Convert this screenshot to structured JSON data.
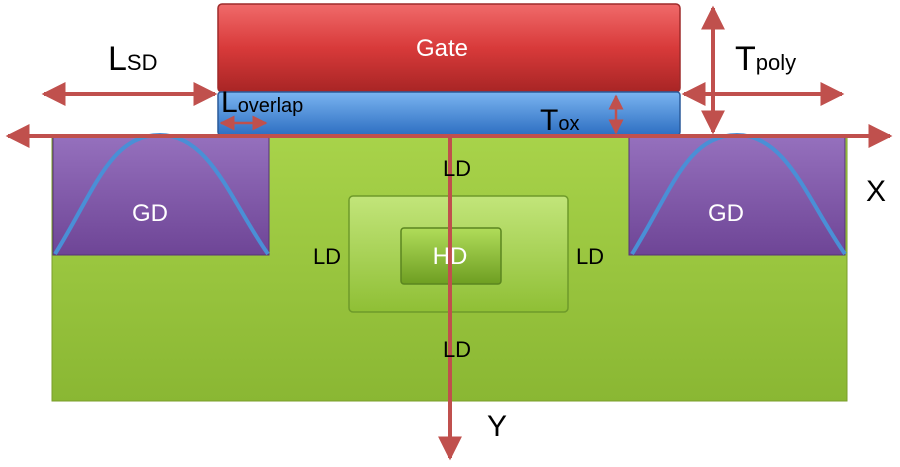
{
  "labels": {
    "gate": "Gate",
    "lsd_main": "L",
    "lsd_sub": "SD",
    "tpoly_main": "T",
    "tpoly_sub": "poly",
    "loverlap_main": "L",
    "loverlap_sub": "overlap",
    "tox_main": "T",
    "tox_sub": "ox",
    "gd_left": "GD",
    "gd_right": "GD",
    "hd": "HD",
    "ld_top": "LD",
    "ld_left": "LD",
    "ld_right": "LD",
    "ld_bottom": "LD",
    "x_axis": "X",
    "y_axis": "Y"
  },
  "colors": {
    "gate": "#d83a3a",
    "oxide": "#3a7fd5",
    "substrate": "#9bc53d",
    "gd_region": "#7e52a4",
    "doping_curve": "#4a8fd6",
    "arrow": "#c0504d"
  }
}
